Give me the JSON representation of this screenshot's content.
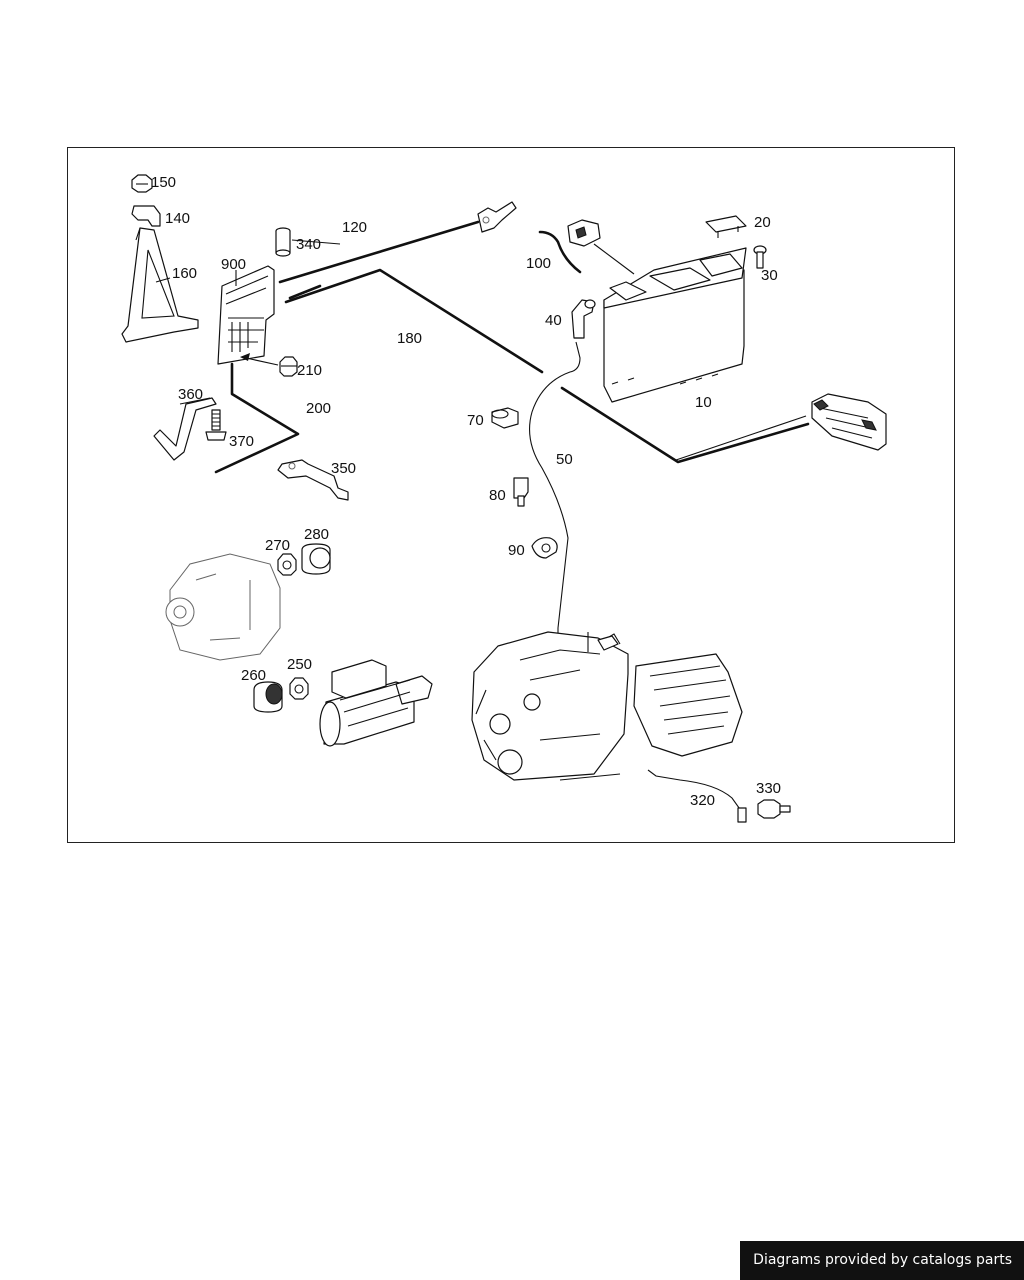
{
  "diagram": {
    "callouts": {
      "p10": "10",
      "p20": "20",
      "p30": "30",
      "p40": "40",
      "p50": "50",
      "p70": "70",
      "p80": "80",
      "p90": "90",
      "p100": "100",
      "p120": "120",
      "p140": "140",
      "p150": "150",
      "p160": "160",
      "p180": "180",
      "p200": "200",
      "p210": "210",
      "p250": "250",
      "p260": "260",
      "p270": "270",
      "p280": "280",
      "p320": "320",
      "p330": "330",
      "p340": "340",
      "p350": "350",
      "p360": "360",
      "p370": "370",
      "p900": "900"
    }
  },
  "footer": {
    "credit": "Diagrams provided by catalogs parts"
  }
}
